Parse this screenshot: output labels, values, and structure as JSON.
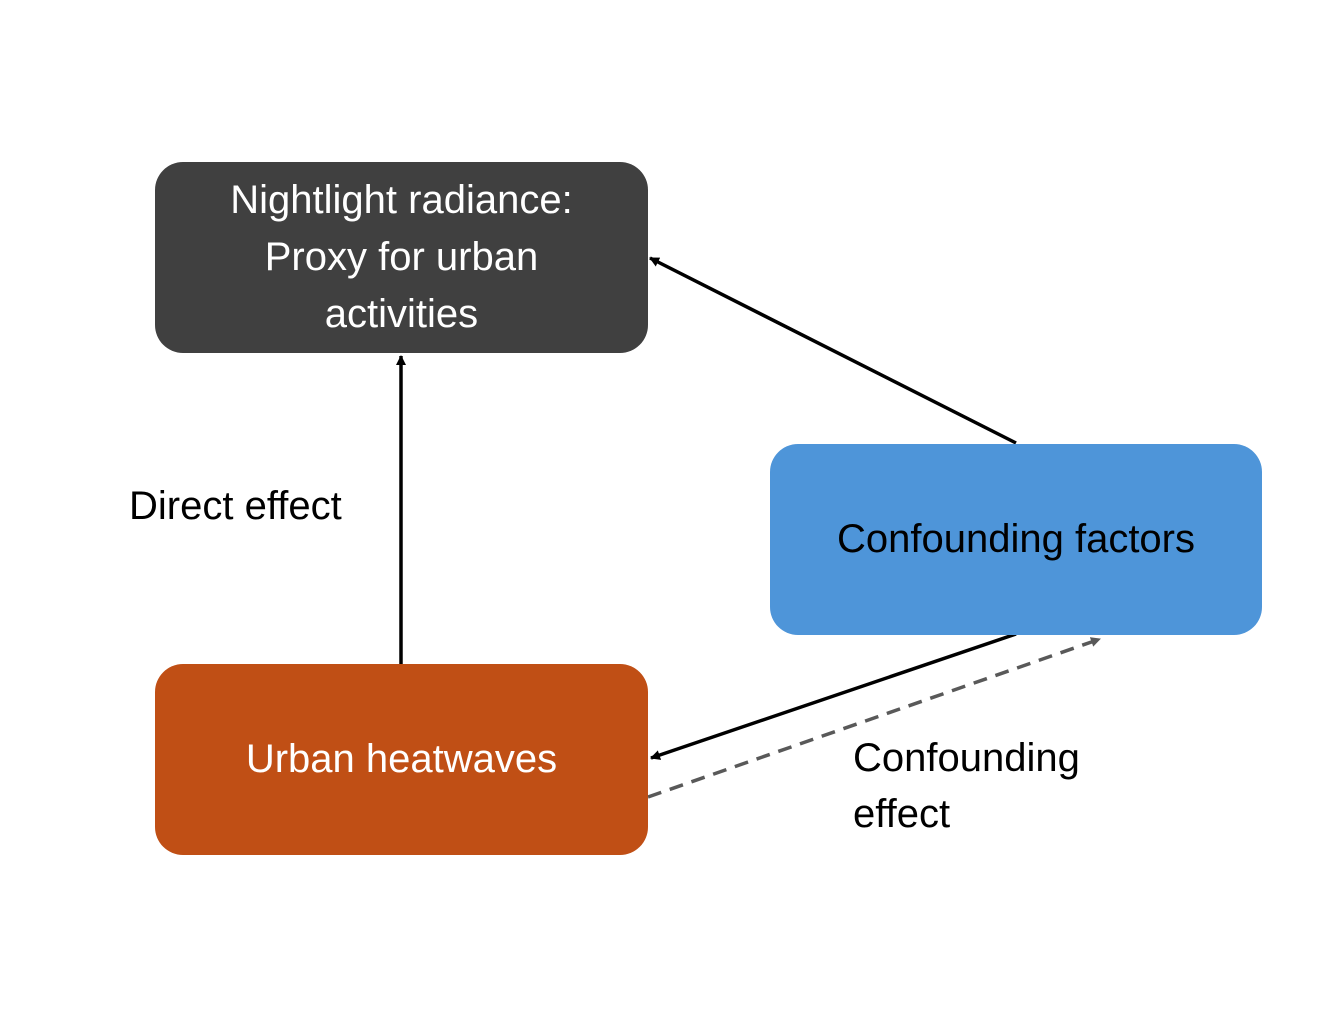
{
  "nodes": {
    "nightlight": {
      "label": "Nightlight radiance:\nProxy for urban\nactivities",
      "color": "#404040"
    },
    "heatwaves": {
      "label": "Urban heatwaves",
      "color": "#c04f15"
    },
    "confounding": {
      "label": "Confounding factors",
      "color": "#4e95d9"
    }
  },
  "edges": [
    {
      "from": "heatwaves",
      "to": "nightlight",
      "style": "solid",
      "color": "#000000"
    },
    {
      "from": "confounding",
      "to": "nightlight",
      "style": "solid",
      "color": "#000000"
    },
    {
      "from": "confounding",
      "to": "heatwaves",
      "style": "solid",
      "color": "#000000"
    },
    {
      "from": "heatwaves",
      "to": "confounding",
      "style": "dashed",
      "color": "#595959"
    }
  ],
  "labels": {
    "direct_effect": "Direct effect",
    "confounding_effect": "Confounding\neffect"
  }
}
